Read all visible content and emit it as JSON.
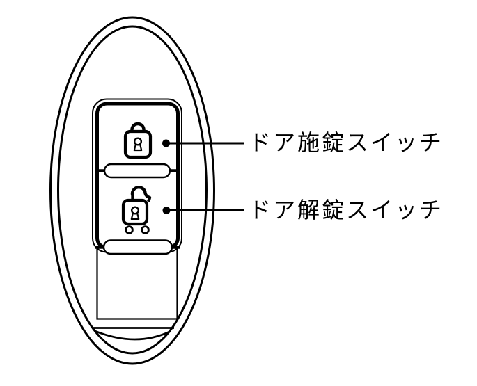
{
  "diagram": {
    "subject": "smart-key remote illustration",
    "colors": {
      "line": "#000000",
      "background": "#ffffff"
    }
  },
  "callouts": {
    "lock": {
      "label": "ドア施錠スイッチ"
    },
    "unlock": {
      "label": "ドア解錠スイッチ"
    }
  },
  "icons": [
    {
      "name": "lock-closed-icon"
    },
    {
      "name": "lock-open-icon"
    }
  ]
}
